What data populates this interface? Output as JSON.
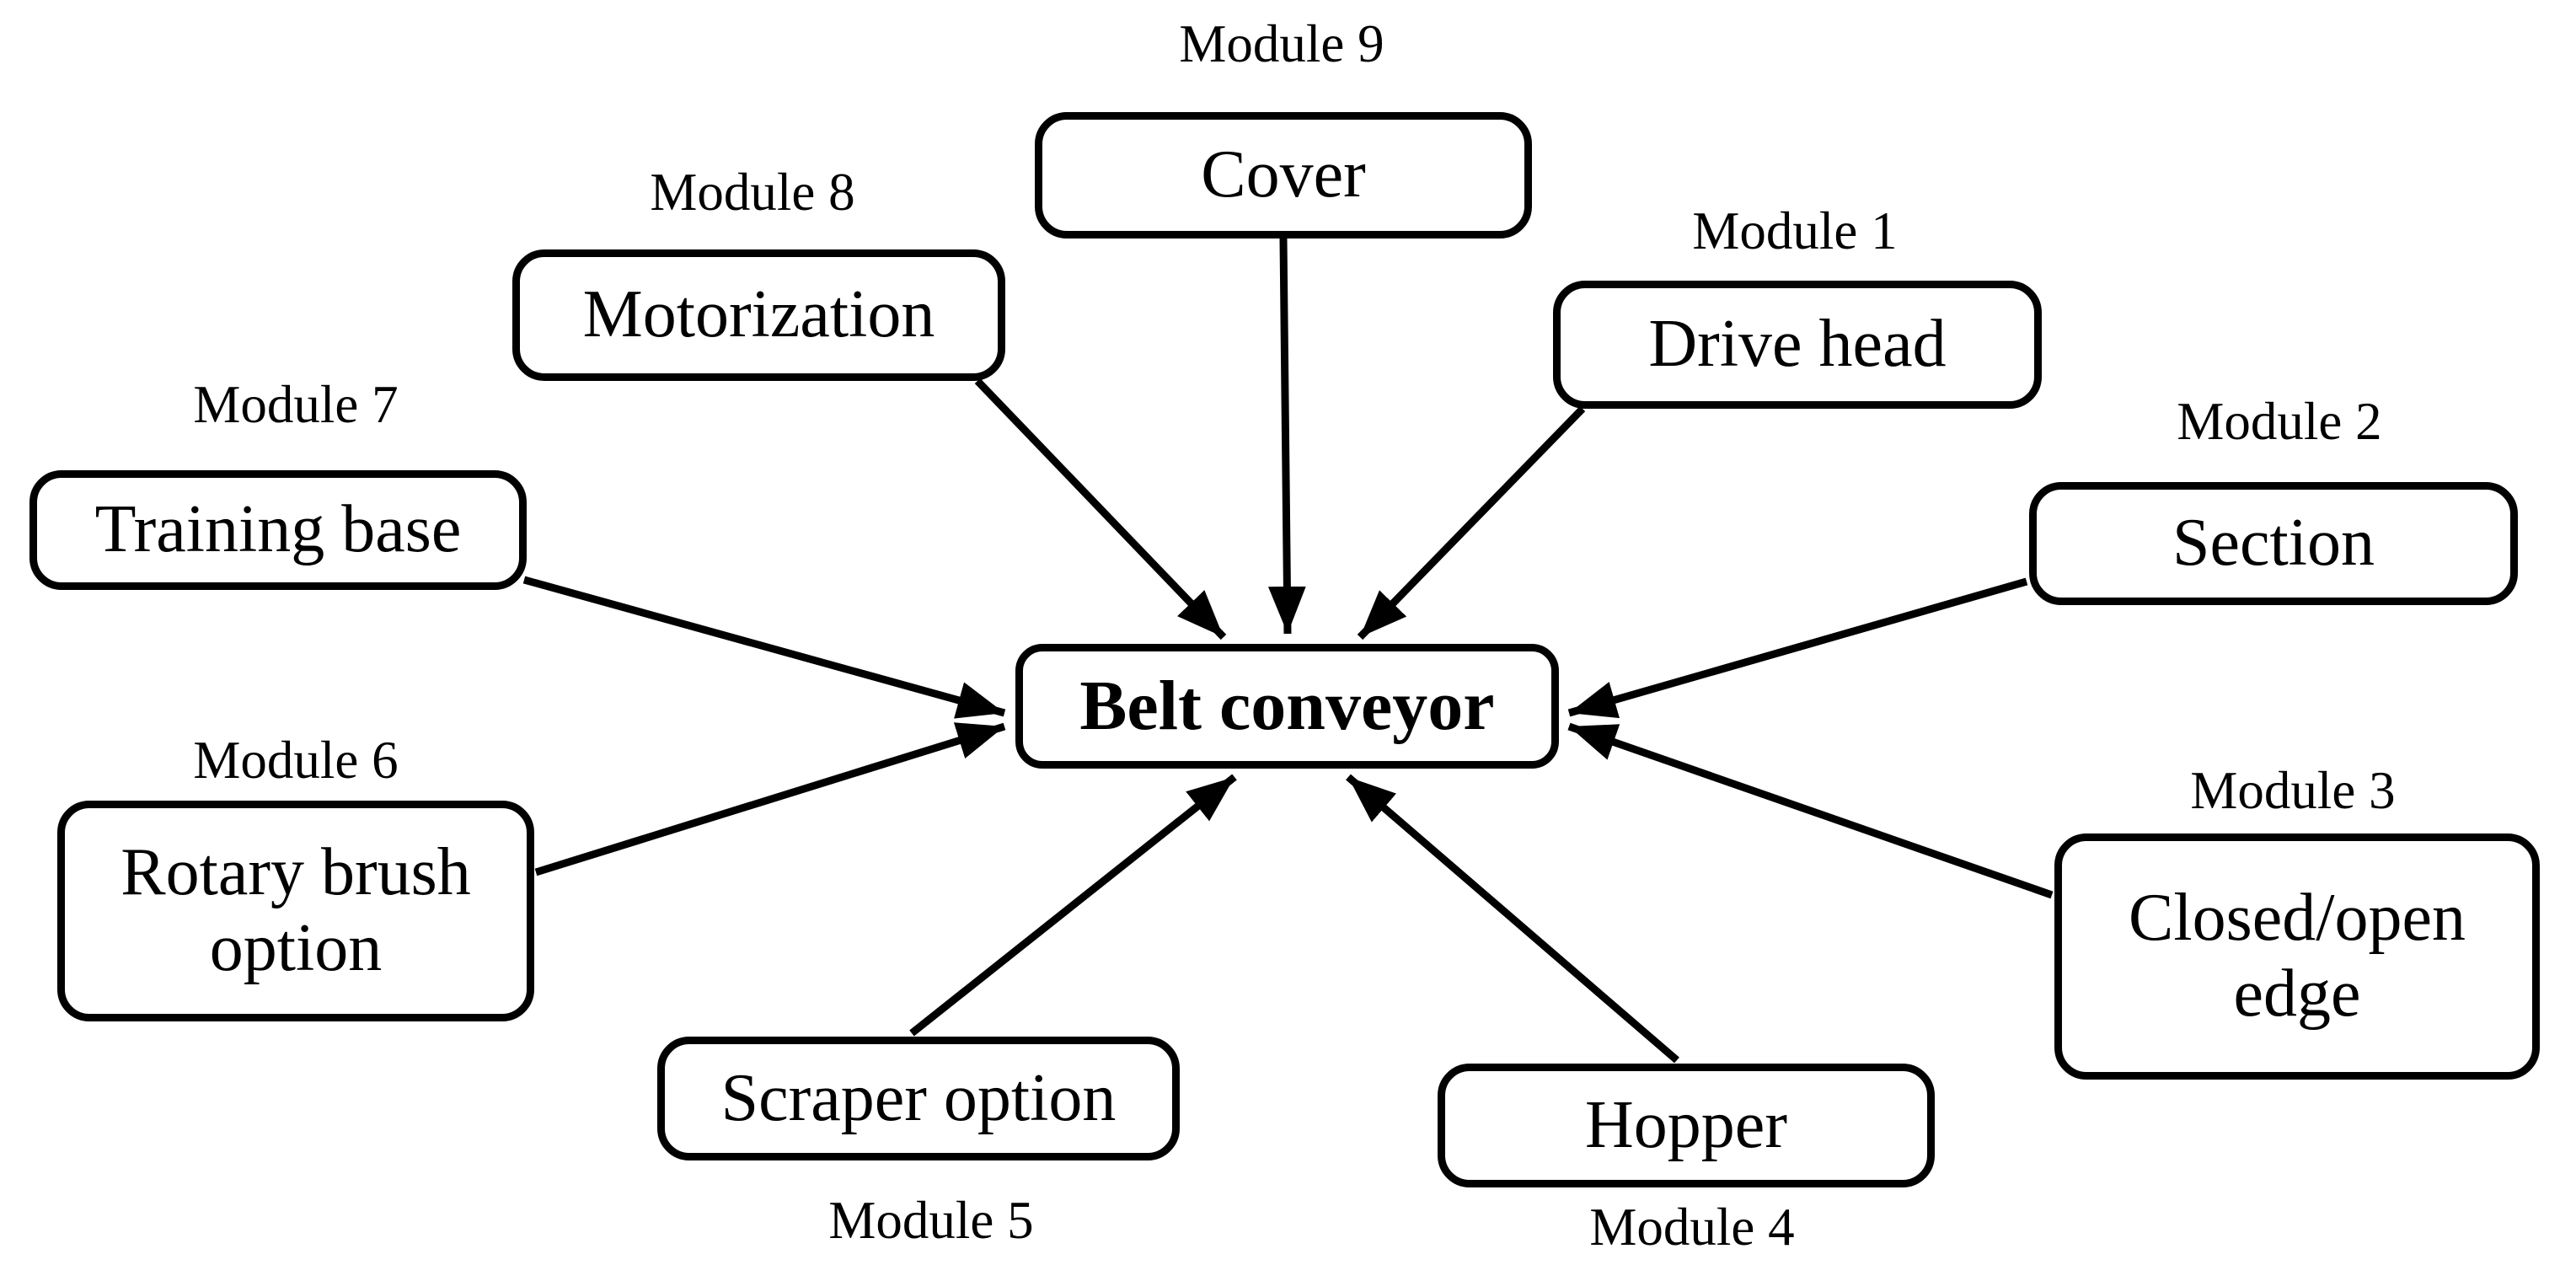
{
  "colors": {
    "background": "#ffffff",
    "line": "#000000",
    "text": "#000000"
  },
  "diagram": {
    "center": {
      "label": "Belt conveyor"
    },
    "modules": [
      {
        "module": "Module 1",
        "name": "Drive head"
      },
      {
        "module": "Module 2",
        "name": "Section"
      },
      {
        "module": "Module 3",
        "name": "Closed/open edge"
      },
      {
        "module": "Module 4",
        "name": "Hopper"
      },
      {
        "module": "Module 5",
        "name": "Scraper option"
      },
      {
        "module": "Module 6",
        "name": "Rotary brush option"
      },
      {
        "module": "Module 7",
        "name": "Training base"
      },
      {
        "module": "Module 8",
        "name": "Motorization"
      },
      {
        "module": "Module 9",
        "name": "Cover"
      }
    ]
  }
}
